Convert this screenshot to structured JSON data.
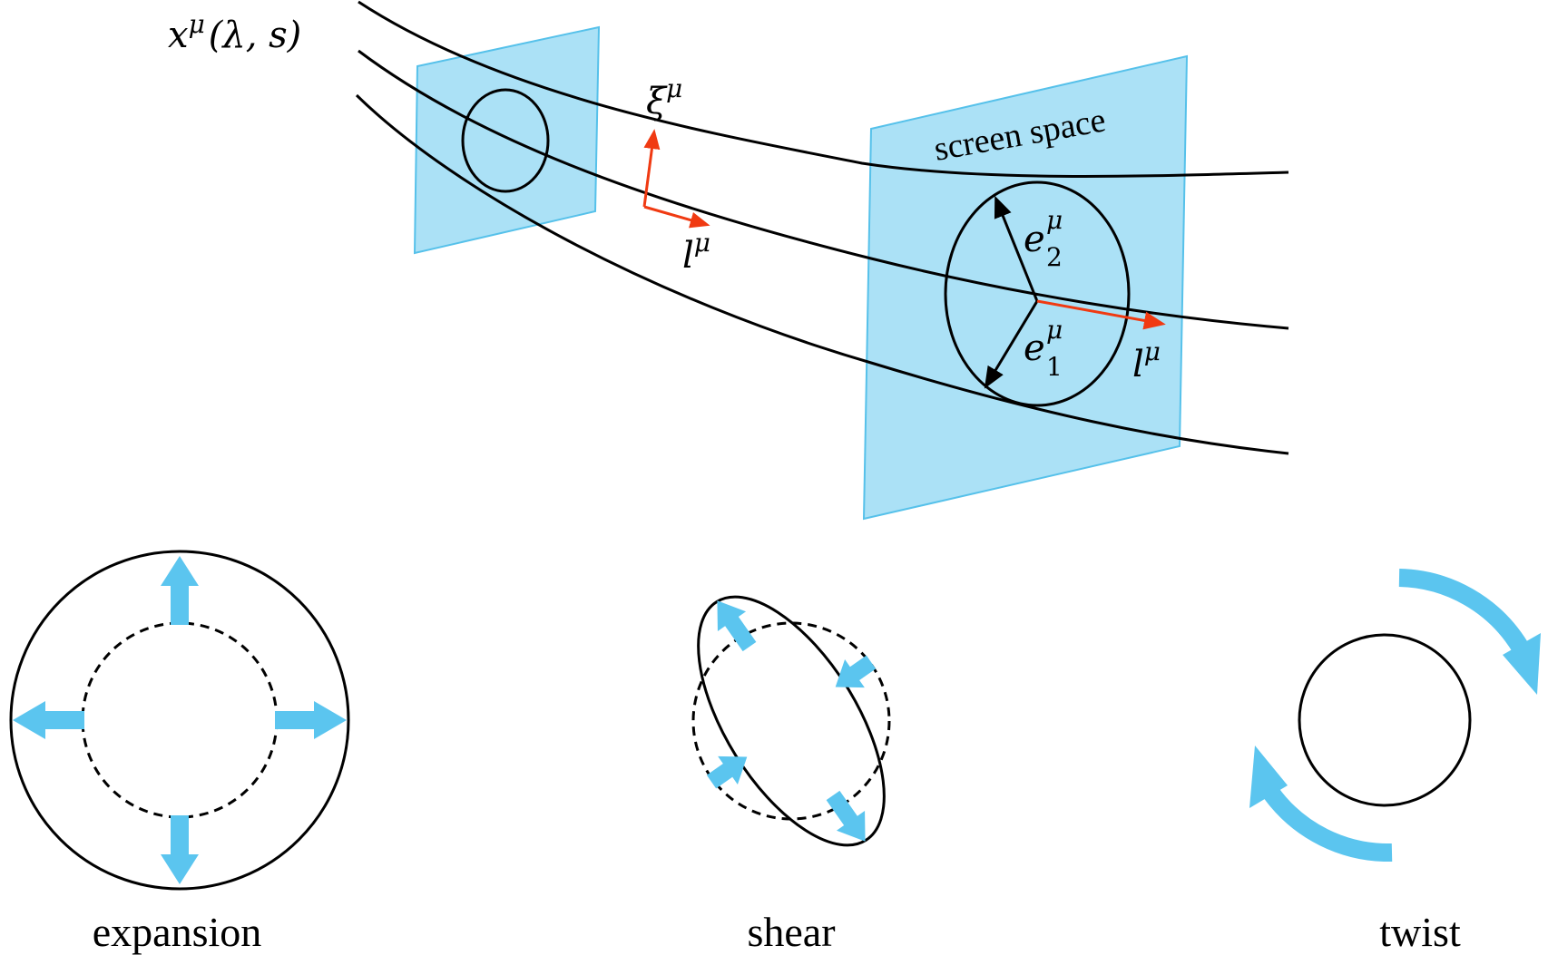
{
  "labels": {
    "curve": "x",
    "curve_sup": "μ",
    "curve_args": "(λ, s)",
    "screen_space": "screen space",
    "xi": "ξ",
    "xi_sup": "μ",
    "l_small": "l",
    "l_small_sup": "μ",
    "l_large": "l",
    "l_large_sup": "μ",
    "e2": "e",
    "e2_sup": "μ",
    "e2_sub": "2",
    "e1": "e",
    "e1_sup": "μ",
    "e1_sub": "1"
  },
  "captions": {
    "expansion": "expansion",
    "shear": "shear",
    "twist": "twist"
  },
  "colors": {
    "plane_fill": "#a6dff5",
    "plane_stroke": "#56c1ea",
    "arrow_blue": "#5bc5ef",
    "arrow_red": "#f03a12",
    "line": "#000000"
  }
}
